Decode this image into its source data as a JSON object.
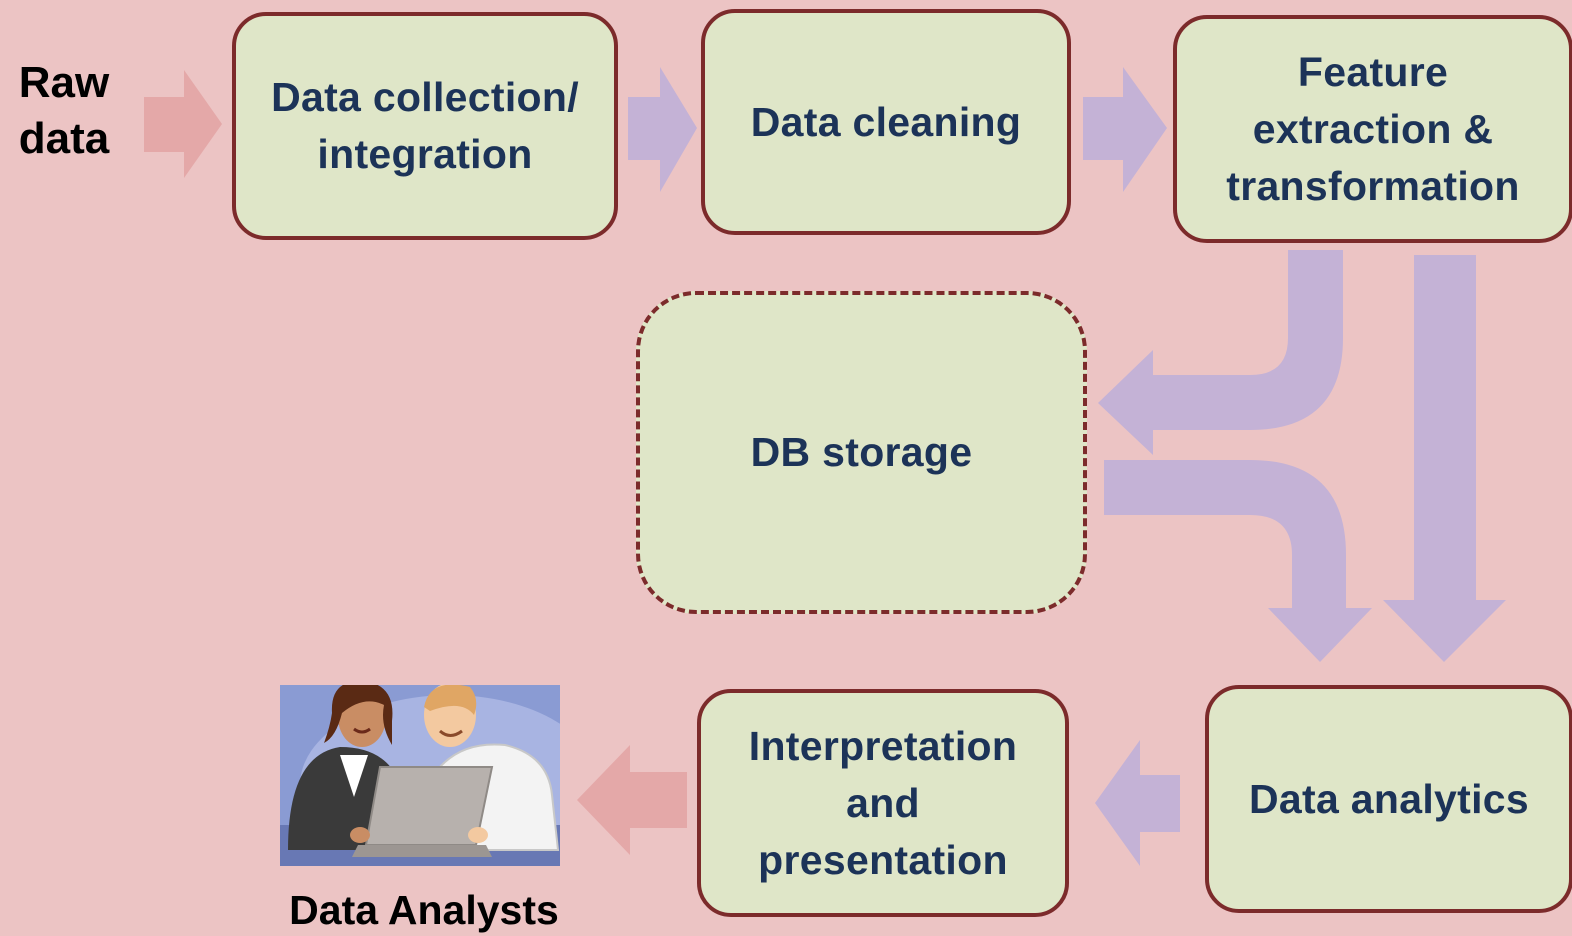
{
  "labels": {
    "raw_data": "Raw\ndata",
    "data_analysts": "Data Analysts"
  },
  "steps": {
    "collection": "Data collection/ integration",
    "cleaning": "Data cleaning",
    "feature": "Feature extraction & transformation",
    "storage": "DB storage",
    "analytics": "Data analytics",
    "interpretation": "Interpretation and presentation"
  },
  "colors": {
    "background": "#ecc4c4",
    "box_fill": "#dfe6c8",
    "box_border": "#7c2b2b",
    "box_text": "#1c3358",
    "arrow_purple": "#c4b2d6",
    "arrow_pink": "#e4a8a8"
  },
  "icons": {
    "analysts_picture": "two-people-at-laptop-illustration"
  }
}
